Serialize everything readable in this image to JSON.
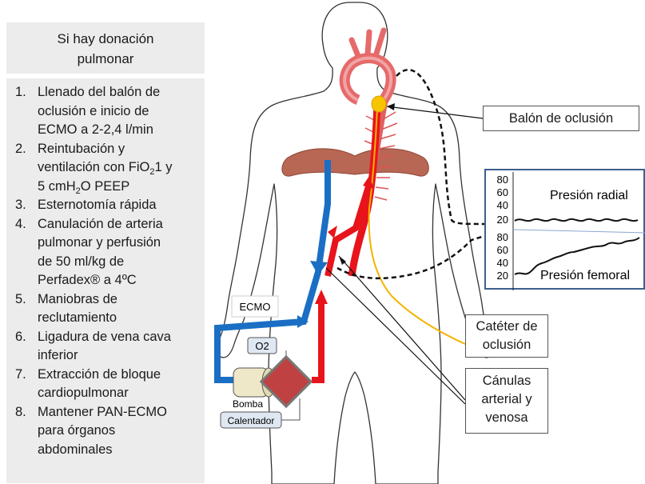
{
  "header": {
    "line1": "Si hay donación",
    "line2": "pulmonar"
  },
  "steps": [
    {
      "num": "1.",
      "lines": [
        "Llenado del balón de",
        "oclusión e inicio de",
        "ECMO a 2-2,4 l/min"
      ]
    },
    {
      "num": "2.",
      "lines": [
        "Reintubación y"
      ]
    },
    {
      "num": "3.",
      "lines": [
        "Esternotomía rápida"
      ]
    },
    {
      "num": "4.",
      "lines": [
        "Canulación de arteria",
        "pulmonar y perfusión",
        "de 50 ml/kg de",
        "Perfadex®  a 4ºC"
      ]
    },
    {
      "num": "5.",
      "lines": [
        "Maniobras de",
        "reclutamiento"
      ]
    },
    {
      "num": "6.",
      "lines": [
        "Ligadura de vena cava",
        "inferior"
      ]
    },
    {
      "num": "7.",
      "lines": [
        "Extracción de bloque",
        "cardiopulmonar"
      ]
    },
    {
      "num": "8.",
      "lines": [
        "Mantener PAN-ECMO",
        "para órganos",
        "abdominales"
      ]
    }
  ],
  "step2_parts": {
    "a": "ventilación con FiO",
    "sub1": "2",
    "b": "1 y",
    "c": "5 cmH",
    "sub2": "2",
    "d": "O PEEP"
  },
  "callouts": {
    "balon": "Balón de oclusión",
    "cateter_1": "Catéter de",
    "cateter_2": "oclusión",
    "canulas_1": "Cánulas",
    "canulas_2": "arterial y",
    "canulas_3": "venosa"
  },
  "ecmo": {
    "label": "ECMO",
    "o2": "O2",
    "bomba": "Bomba",
    "calentador": "Calentador"
  },
  "graphs": {
    "radial_title": "Presión radial",
    "femoral_title": "Presión femoral",
    "radial_ticks": [
      "80",
      "60",
      "40",
      "20"
    ],
    "femoral_ticks": [
      "80",
      "60",
      "40",
      "20"
    ]
  },
  "colors": {
    "arterial": "#e8141b",
    "venous": "#1a6fc4",
    "catheter": "#f5b400",
    "balloon": "#f7c400",
    "graph_border": "#3d5f8f"
  }
}
